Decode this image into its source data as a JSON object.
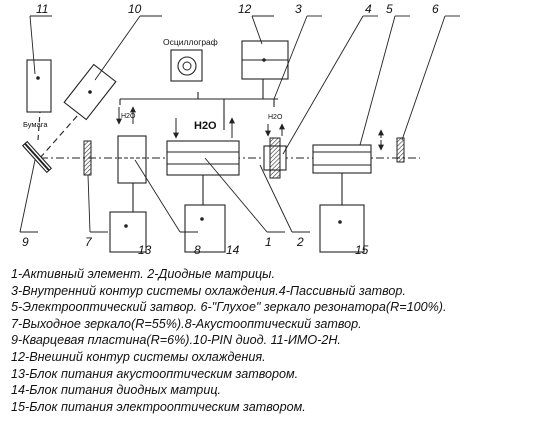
{
  "diagram": {
    "callouts": [
      "1",
      "2",
      "3",
      "4",
      "5",
      "6",
      "7",
      "8",
      "9",
      "10",
      "11",
      "12",
      "13",
      "14",
      "15"
    ],
    "labels": {
      "oscilloscope": "Осциллограф",
      "paper": "Бумага",
      "water_center": "H2O",
      "water_left": "H2O",
      "water_right": "H2O"
    }
  },
  "legend": [
    "1-Активный элемент. 2-Диодные матрицы.",
    "3-Внутренний контур системы охлаждения.4-Пассивный затвор.",
    "5-Электрооптический затвор. 6-\"Глухое\" зеркало резонатора(R=100%).",
    "7-Выходное зеркало(R=55%).8-Акустооптический затвор.",
    "9-Кварцевая пластина(R=6%).10-PIN диод. 11-ИМО-2Н.",
    "12-Внешний контур системы охлаждения.",
    "13-Блок питания акустооптическим затвором.",
    "14-Блок питания диодных матриц.",
    "15-Блок питания электрооптическим затвором."
  ]
}
